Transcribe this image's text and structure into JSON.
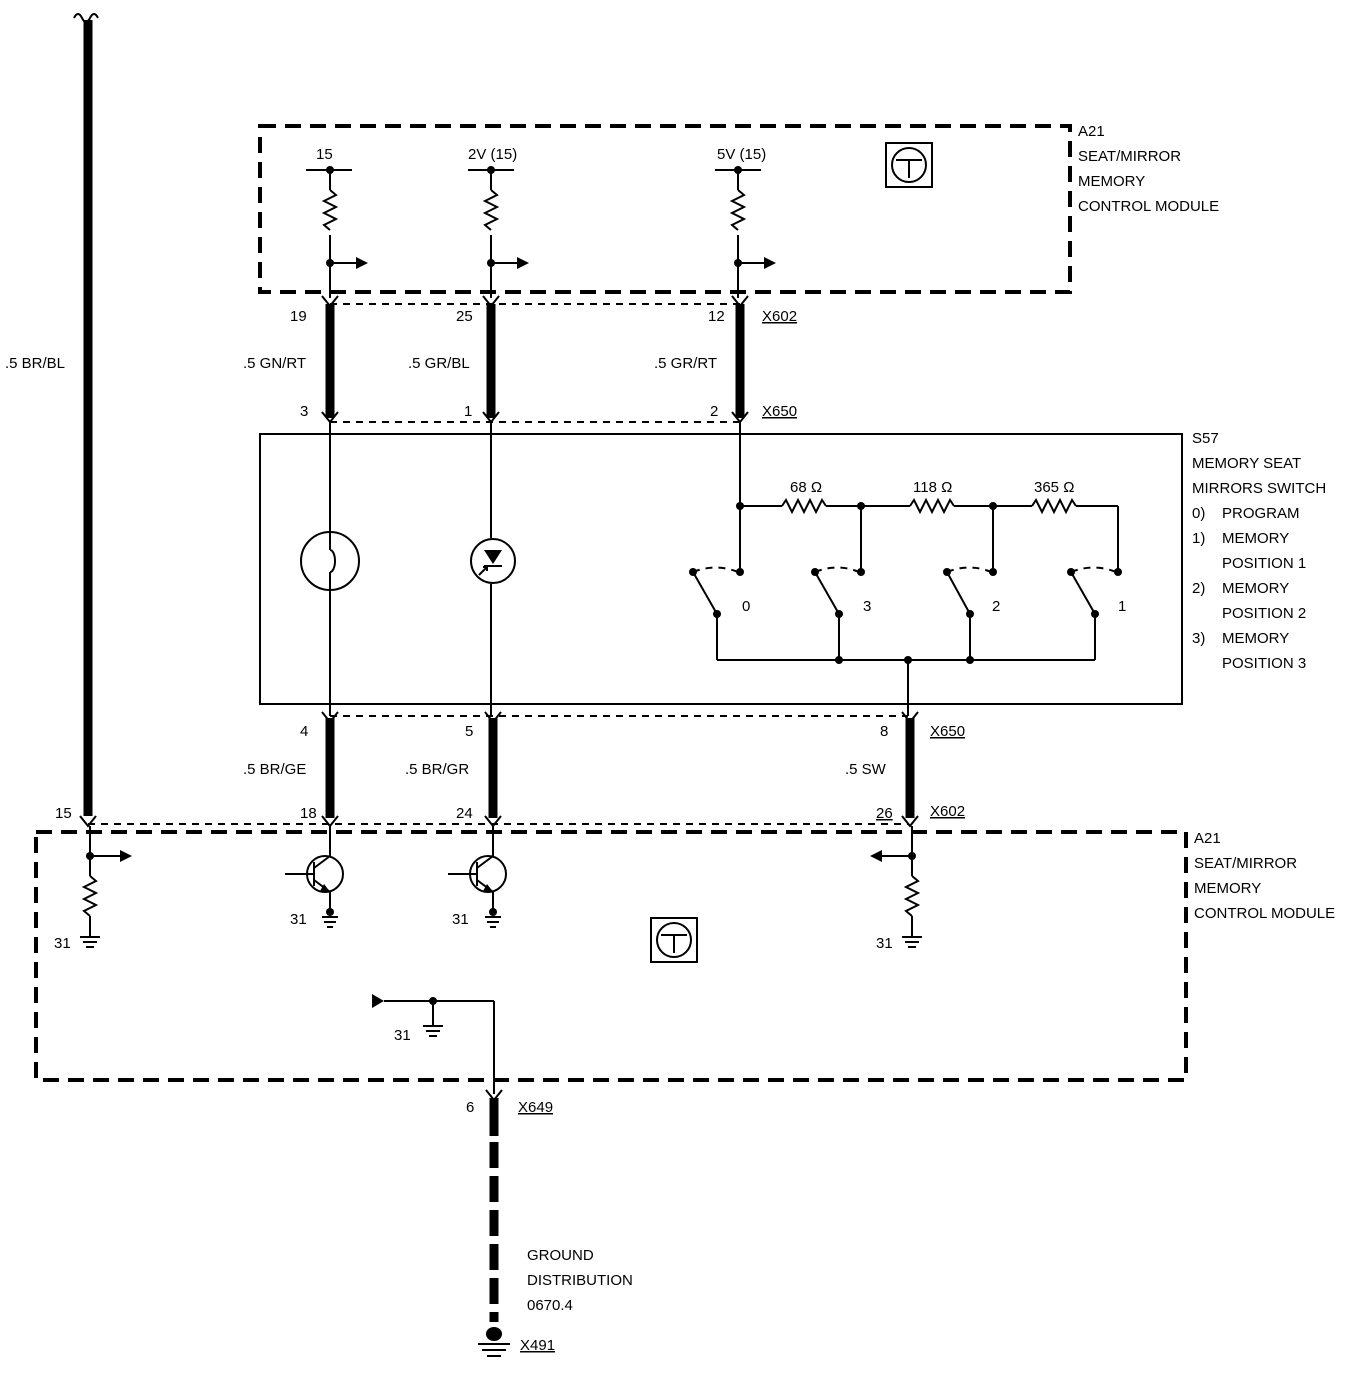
{
  "modules": {
    "top": {
      "name": "A21",
      "lines": [
        "SEAT/MIRROR",
        "MEMORY",
        "CONTROL MODULE"
      ]
    },
    "bottom": {
      "name": "A21",
      "lines": [
        "SEAT/MIRROR",
        "MEMORY",
        "CONTROL MODULE"
      ]
    }
  },
  "switch": {
    "name": "S57",
    "lines": [
      "MEMORY SEAT",
      "MIRRORS SWITCH"
    ],
    "positions": [
      {
        "num": "0)",
        "label": "PROGRAM"
      },
      {
        "num": "1)",
        "label": "MEMORY"
      },
      {
        "num": "",
        "label": "POSITION 1"
      },
      {
        "num": "2)",
        "label": "MEMORY"
      },
      {
        "num": "",
        "label": "POSITION 2"
      },
      {
        "num": "3)",
        "label": "MEMORY"
      },
      {
        "num": "",
        "label": "POSITION 3"
      }
    ],
    "resistors": [
      "68 Ω",
      "118 Ω",
      "365 Ω"
    ],
    "contacts": [
      "0",
      "3",
      "2",
      "1"
    ]
  },
  "supplies": [
    "15",
    "2V (15)",
    "5V (15)"
  ],
  "connectors": {
    "x602": "X602",
    "x650": "X650",
    "x649": "X649",
    "x491": "X491"
  },
  "wires": {
    "left_feed": ".5 BR/BL",
    "w1": ".5 GN/RT",
    "w2": ".5 GR/BL",
    "w3": ".5 GR/RT",
    "w4": ".5 BR/GE",
    "w5": ".5 BR/GR",
    "w6": ".5 SW"
  },
  "pins": {
    "t19": "19",
    "t25": "25",
    "t12": "12",
    "t3": "3",
    "t1": "1",
    "t2": "2",
    "b4": "4",
    "b5": "5",
    "b8": "8",
    "b15": "15",
    "b18": "18",
    "b24": "24",
    "b26": "26",
    "g6": "6"
  },
  "grounds": [
    "31",
    "31",
    "31",
    "31",
    "31"
  ],
  "ground_distribution": [
    "GROUND",
    "DISTRIBUTION",
    "0670.4"
  ]
}
